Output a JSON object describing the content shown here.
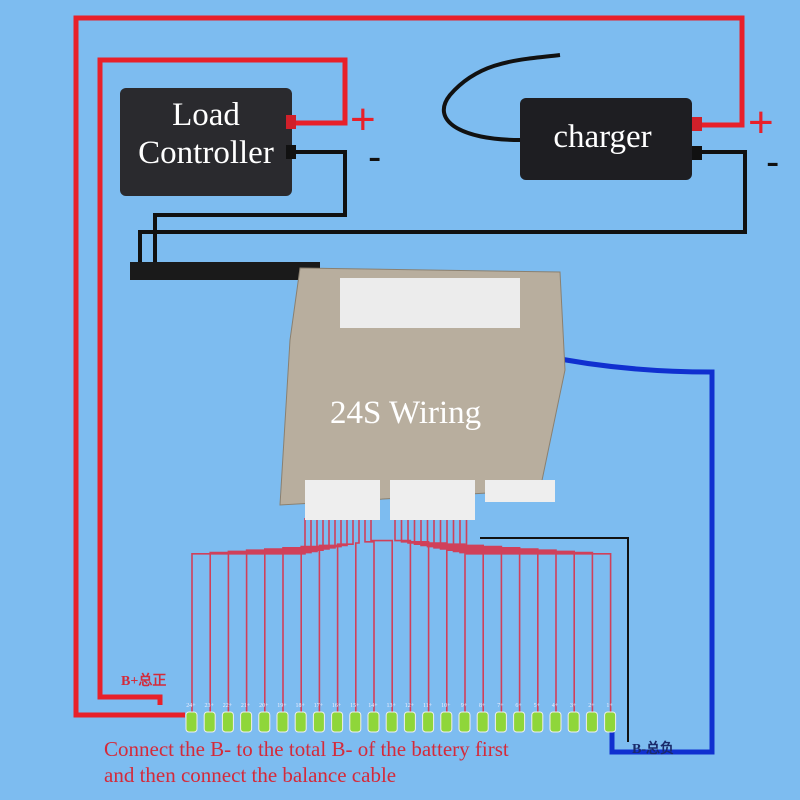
{
  "load_controller": {
    "line1": "Load",
    "line2": "Controller",
    "plus": "+",
    "minus": "-"
  },
  "charger": {
    "label": "charger",
    "plus": "+",
    "minus": "-"
  },
  "bms": {
    "label": "24S Wiring"
  },
  "terminals": {
    "b_plus": "B+总正",
    "b_minus": "B-总负"
  },
  "cells": [
    "24+",
    "23+",
    "22+",
    "21+",
    "20+",
    "19+",
    "18+",
    "17+",
    "16+",
    "15+",
    "14+",
    "13+",
    "12+",
    "11+",
    "10+",
    "9+",
    "8+",
    "7+",
    "6+",
    "5+",
    "4+",
    "3+",
    "2+",
    "1+"
  ],
  "note": {
    "line1": "Connect the B- to the total B- of the battery first",
    "line2": "and then connect the balance cable"
  },
  "colors": {
    "background": "#7dbcf0",
    "positive_wire": "#e8202a",
    "negative_wire": "#111111",
    "b_minus_wire": "#1030d0",
    "balance_wire": "#d0405a"
  }
}
